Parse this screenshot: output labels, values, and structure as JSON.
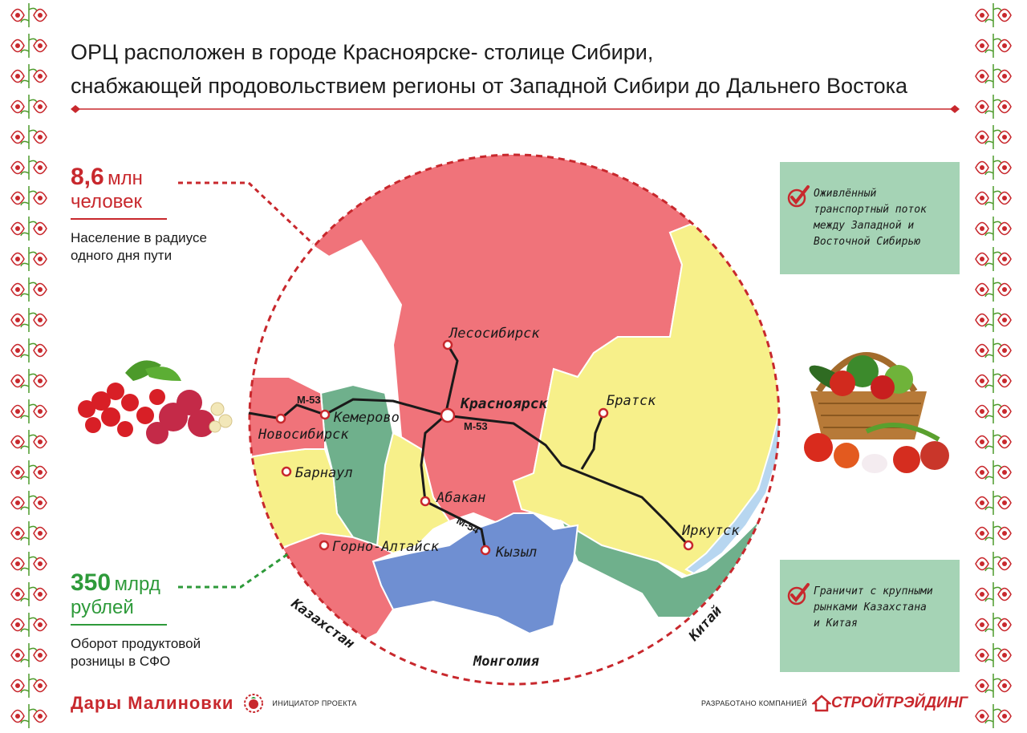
{
  "title": {
    "line1": "ОРЦ расположен в городе Красноярске- столице Сибири,",
    "line2": "снабжающей продовольствием регионы от Западной Сибири до Дальнего Востока"
  },
  "stats": {
    "population": {
      "value": "8,6",
      "unit": "млн",
      "unit_line2": "человек",
      "description_line1": "Население в радиусе",
      "description_line2": "одного дня пути"
    },
    "turnover": {
      "value": "350",
      "unit": "млрд",
      "unit_line2": "рублей",
      "description_line1": "Оборот продуктовой",
      "description_line2": "розницы в СФО"
    }
  },
  "info_boxes": {
    "transport": {
      "line1": "Оживлённый",
      "line2": "транспортный поток",
      "line3": "между Западной и",
      "line4": "Восточной Сибирью"
    },
    "border": {
      "line1": "Граничит с крупными",
      "line2": "рынками Казахстана",
      "line3": "и Китая"
    }
  },
  "map": {
    "cities": {
      "krasnoyarsk": "Красноярск",
      "lesosibirsk": "Лесосибирск",
      "bratsk": "Братск",
      "irkutsk": "Иркутск",
      "kemerovo": "Кемерово",
      "novosibirsk": "Новосибирск",
      "barnaul": "Барнаул",
      "abakan": "Абакан",
      "kyzyl": "Кызыл",
      "gorno_altaysk": "Горно-Алтайск"
    },
    "roads": {
      "m53_west": "М-53",
      "m53_east": "М-53",
      "m54": "М-54"
    },
    "countries": {
      "kazakhstan": "Казахстан",
      "mongolia": "Монголия",
      "china": "Китай"
    },
    "colors": {
      "krasnoyarsk_region": "#f0737a",
      "yellow_regions": "#f7f08a",
      "green_regions": "#6fb08c",
      "tuva": "#6f8fd2",
      "lake": "#b7d6f0",
      "road": "#1a1a1a",
      "accent_red": "#c8282d",
      "accent_green": "#2e9a3a"
    }
  },
  "footer": {
    "brand": "Дары Малиновки",
    "initiator": "ИНИЦИАТОР ПРОЕКТА",
    "developed_by": "РАЗРАБОТАНО КОМПАНИЕЙ",
    "developer": "СТРОЙТРЭЙДИНГ"
  }
}
